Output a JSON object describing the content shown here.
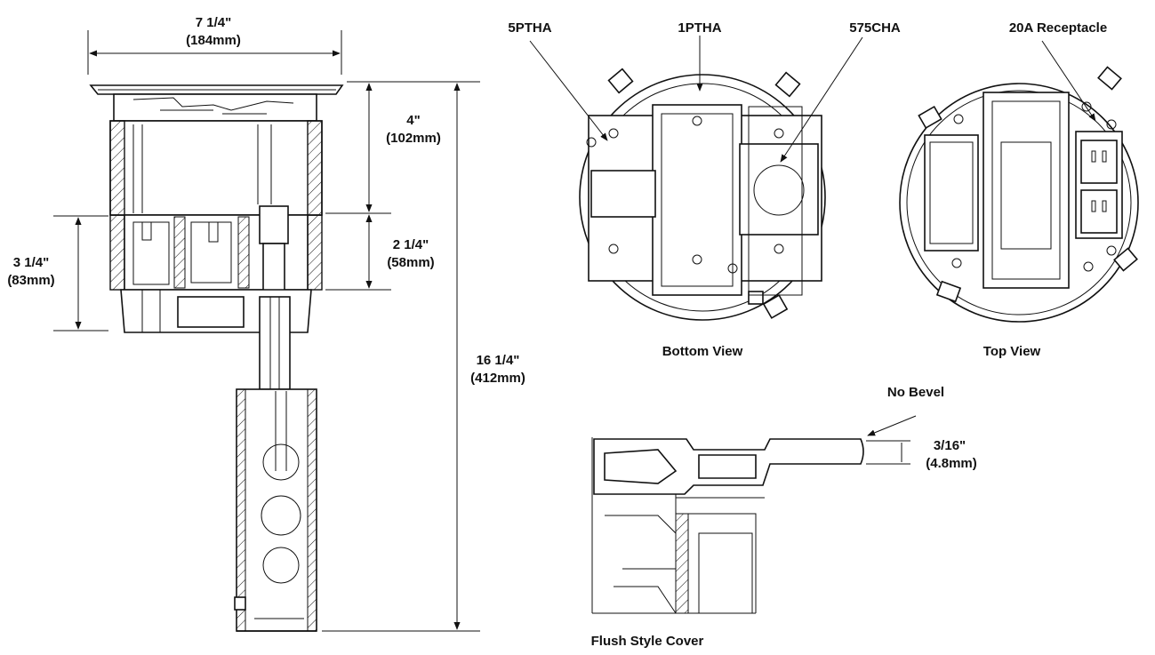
{
  "side_view": {
    "width_label": "7 1/4\"",
    "width_mm": "(184mm)",
    "upper_height": "4\"",
    "upper_height_mm": "(102mm)",
    "mid_height": "2 1/4\"",
    "mid_height_mm": "(58mm)",
    "left_height": "3 1/4\"",
    "left_height_mm": "(83mm)",
    "total_height": "16 1/4\"",
    "total_height_mm": "(412mm)"
  },
  "bottom_view": {
    "callout_1": "5PTHA",
    "callout_2": "1PTHA",
    "callout_3": "575CHA",
    "caption": "Bottom View"
  },
  "top_view": {
    "callout": "20A Receptacle",
    "caption": "Top View"
  },
  "cover_detail": {
    "callout": "No Bevel",
    "thickness": "3/16\"",
    "thickness_mm": "(4.8mm)",
    "caption": "Flush Style Cover"
  }
}
